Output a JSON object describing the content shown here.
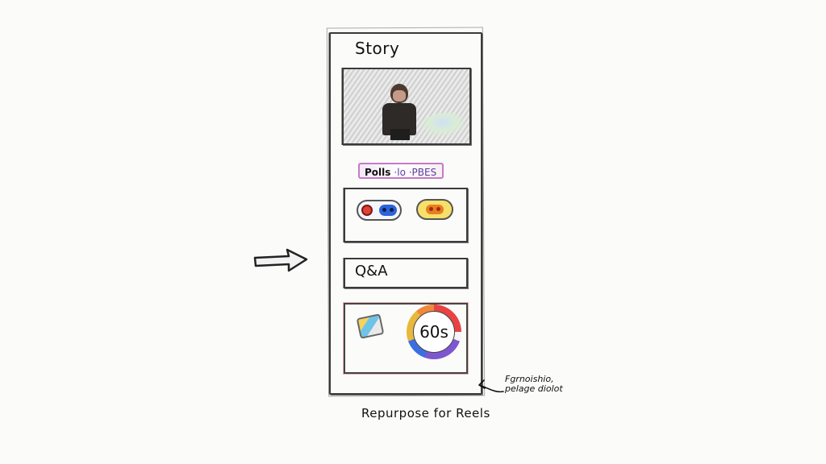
{
  "sketch": {
    "title": "Story",
    "media": {
      "description": "sketched photo of a person",
      "icon": "image-icon"
    },
    "poll": {
      "label": "Polls",
      "label_extra": "·lo ·PBES",
      "label_border_color": "#c57ac8",
      "options": [
        {
          "name": "poll-option-a",
          "colors": [
            "#e04037",
            "#2c63d9"
          ]
        },
        {
          "name": "poll-option-b",
          "colors": [
            "#f6e06a",
            "#e87d22"
          ]
        }
      ]
    },
    "qa": {
      "label": "Q&A"
    },
    "timer": {
      "value": "60s",
      "ring_colors": [
        "#e84343",
        "#7d57d1",
        "#3b6fe0",
        "#e9b83d",
        "#f0883b"
      ],
      "sticker_icon": "sticker-icon"
    },
    "side_arrow": {
      "icon": "arrow-right-icon"
    },
    "note": {
      "line1": "Fgrnoishio,",
      "line2": "pelage diolot",
      "icon": "curved-arrow-icon"
    },
    "caption": "Repurpose for Reels"
  }
}
